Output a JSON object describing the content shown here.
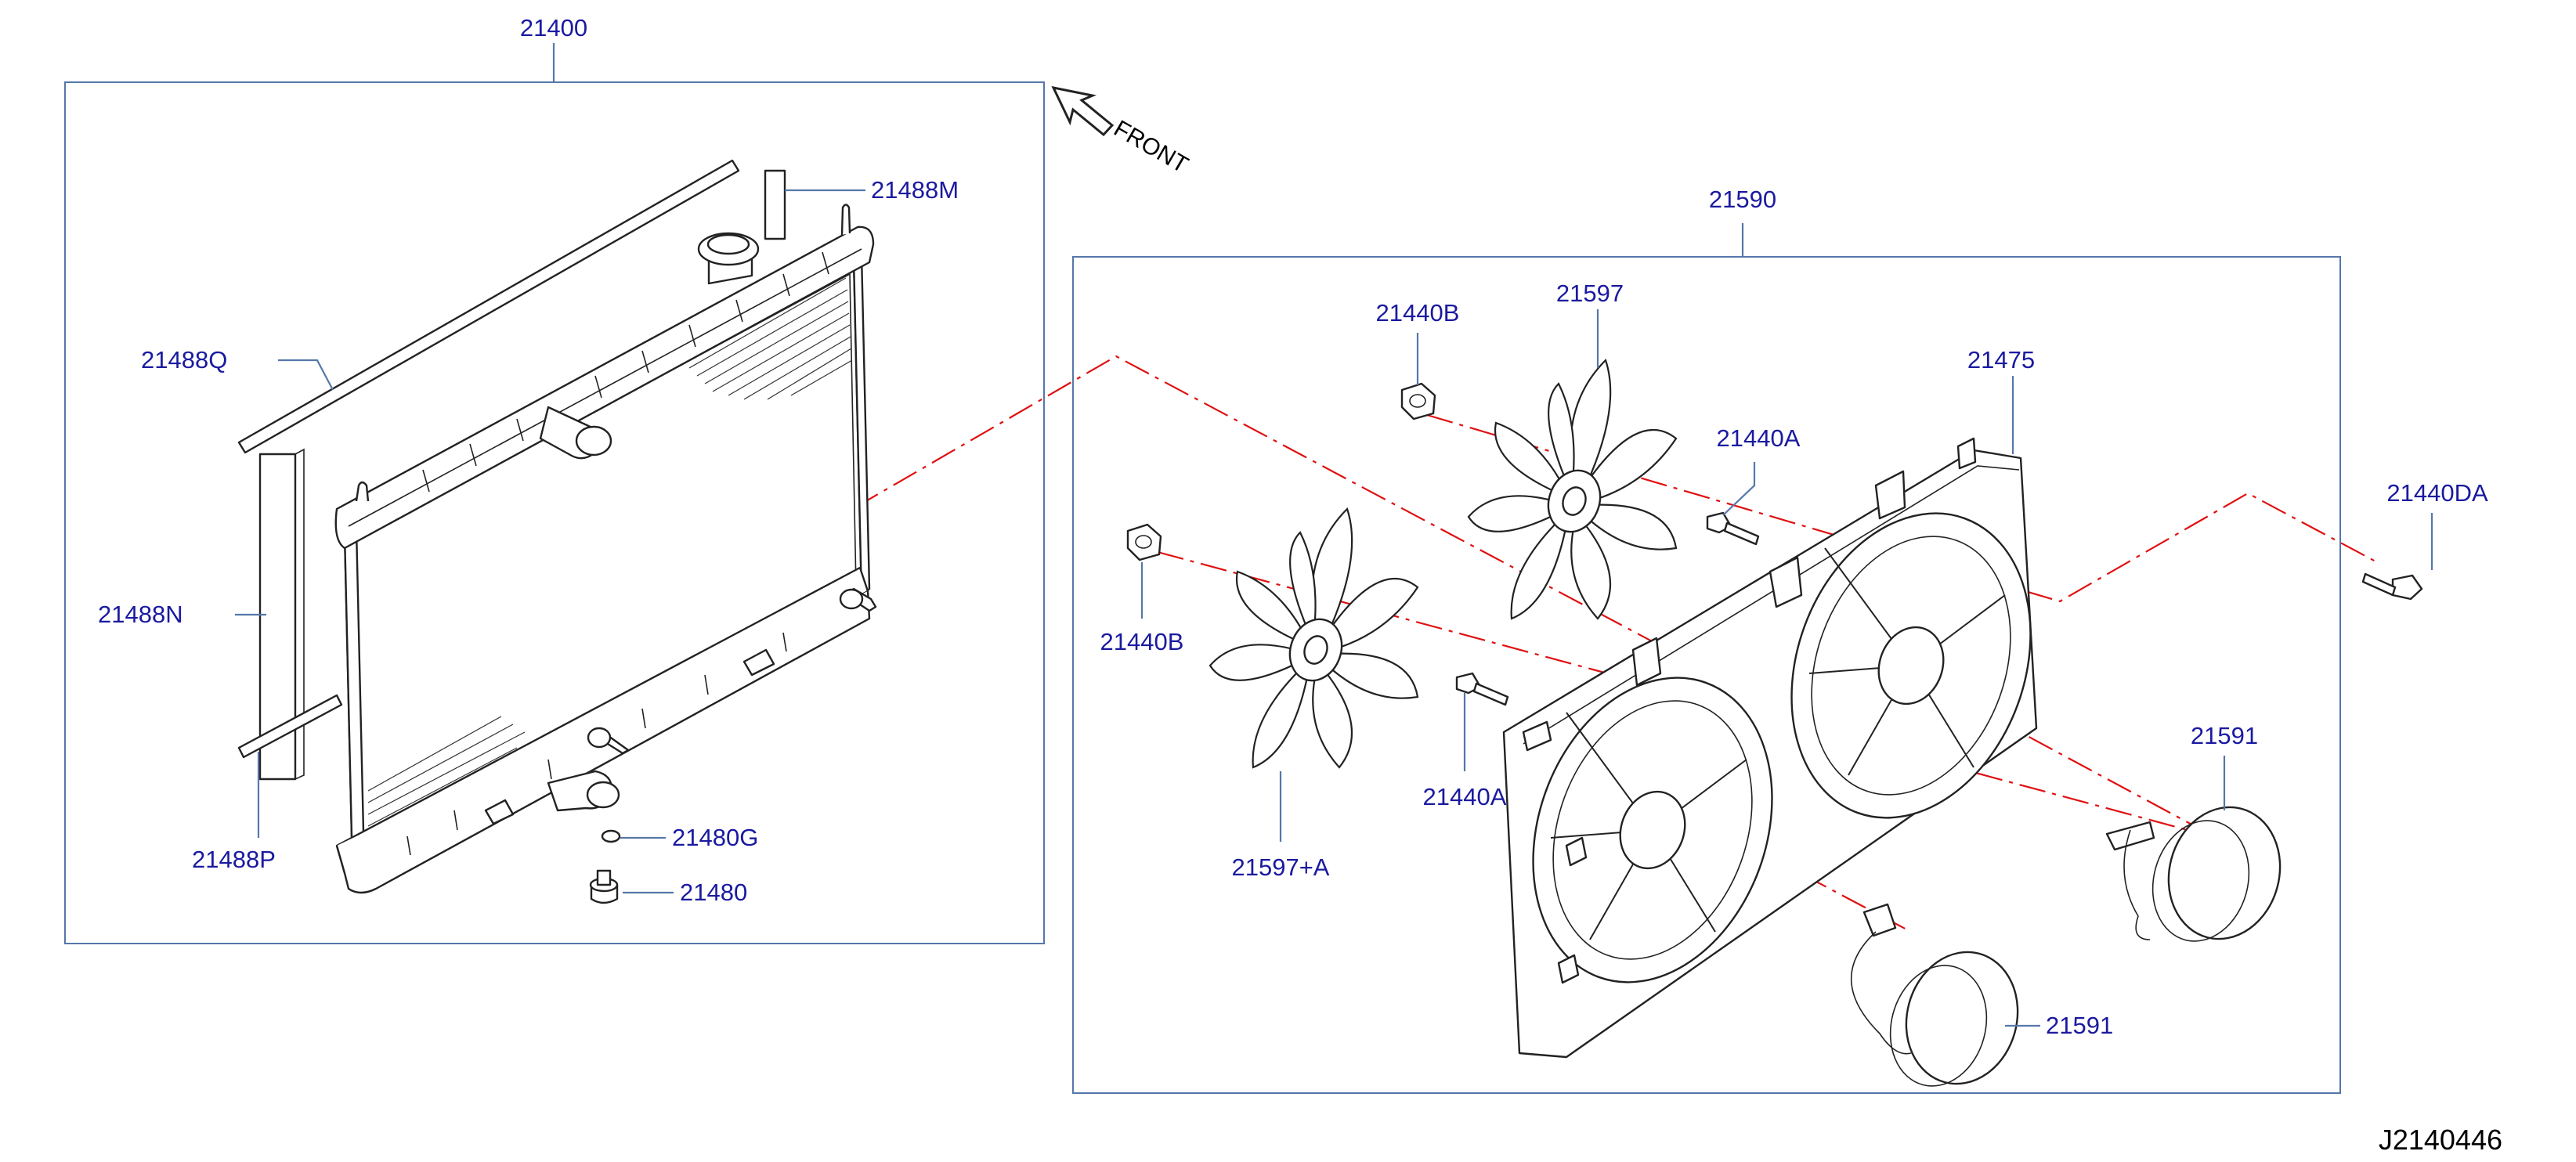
{
  "diagram": {
    "code": "J2140446",
    "front_label": "FRONT",
    "colors": {
      "label": "#1a1aa0",
      "frame": "#5577aa",
      "centerline": "#e01010",
      "line": "#222222"
    },
    "labels": {
      "p21400": "21400",
      "p21488M": "21488M",
      "p21488Q": "21488Q",
      "p21488N": "21488N",
      "p21488P": "21488P",
      "p21480G": "21480G",
      "p21480": "21480",
      "p21590": "21590",
      "p21440B_top": "21440B",
      "p21597": "21597",
      "p21475": "21475",
      "p21440A_top": "21440A",
      "p21440DA": "21440DA",
      "p21440B_left": "21440B",
      "p21440A_mid": "21440A",
      "p21597A": "21597+A",
      "p21591_right": "21591",
      "p21591_bottom": "21591"
    }
  }
}
